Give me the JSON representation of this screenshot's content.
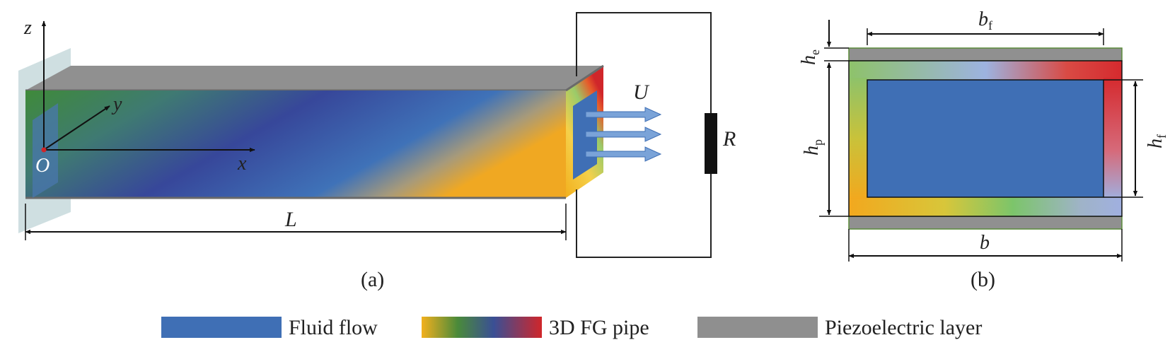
{
  "panel_a": {
    "axis_z": "z",
    "axis_y": "y",
    "axis_x": "x",
    "origin": "O",
    "length": "L",
    "velocity": "U",
    "resistor": "R",
    "caption": "(a)"
  },
  "panel_b": {
    "bf_main": "b",
    "bf_sub": "f",
    "he_main": "h",
    "he_sub": "e",
    "hp_main": "h",
    "hp_sub": "p",
    "hf_main": "h",
    "hf_sub": "f",
    "b_width": "b",
    "caption": "(b)"
  },
  "legend": {
    "fluid": "Fluid flow",
    "pipe": "3D FG pipe",
    "piezo": "Piezoelectric layer"
  },
  "colors": {
    "fluid": "#3f6fb5",
    "piezo": "#8f8f8f",
    "fg_yellow": "#f2b01e",
    "fg_green": "#4a8a3a",
    "fg_navy": "#3a4f95",
    "fg_red": "#d0262a",
    "wall": "#c7d9dc"
  }
}
